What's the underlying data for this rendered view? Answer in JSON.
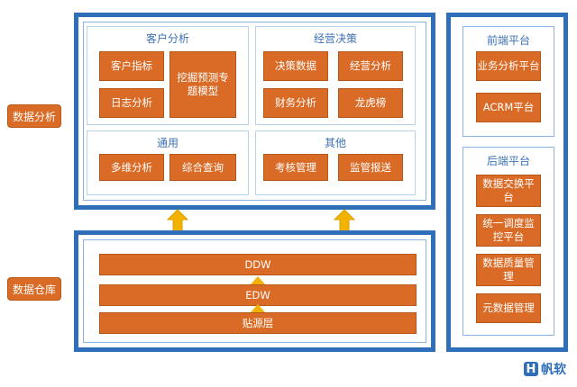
{
  "side_labels": {
    "analysis": "数据分析",
    "warehouse": "数据仓库"
  },
  "analysis": {
    "customer": {
      "title": "客户分析",
      "items": [
        "客户指标",
        "日志分析",
        "挖掘预测专题模型"
      ]
    },
    "decision": {
      "title": "经营决策",
      "items": [
        "决策数据",
        "经营分析",
        "财务分析",
        "龙虎榜"
      ]
    },
    "general": {
      "title": "通用",
      "items": [
        "多维分析",
        "综合查询"
      ]
    },
    "other": {
      "title": "其他",
      "items": [
        "考核管理",
        "监管报送"
      ]
    }
  },
  "warehouse": {
    "layers": [
      "DDW",
      "EDW",
      "贴源层"
    ]
  },
  "frontend": {
    "title": "前端平台",
    "items": [
      "业务分析平台",
      "ACRM平台"
    ]
  },
  "backend": {
    "title": "后端平台",
    "items": [
      "数据交换平台",
      "统一调度监控平台",
      "数据质量管理",
      "元数据管理"
    ]
  },
  "logo": {
    "text": "帆软",
    "icon": "帆软-logo-icon"
  },
  "colors": {
    "frame_blue": "#2f6fba",
    "box_orange": "#d96b26",
    "arrow_yellow": "#f2b200",
    "title_blue": "#3d72b4"
  }
}
